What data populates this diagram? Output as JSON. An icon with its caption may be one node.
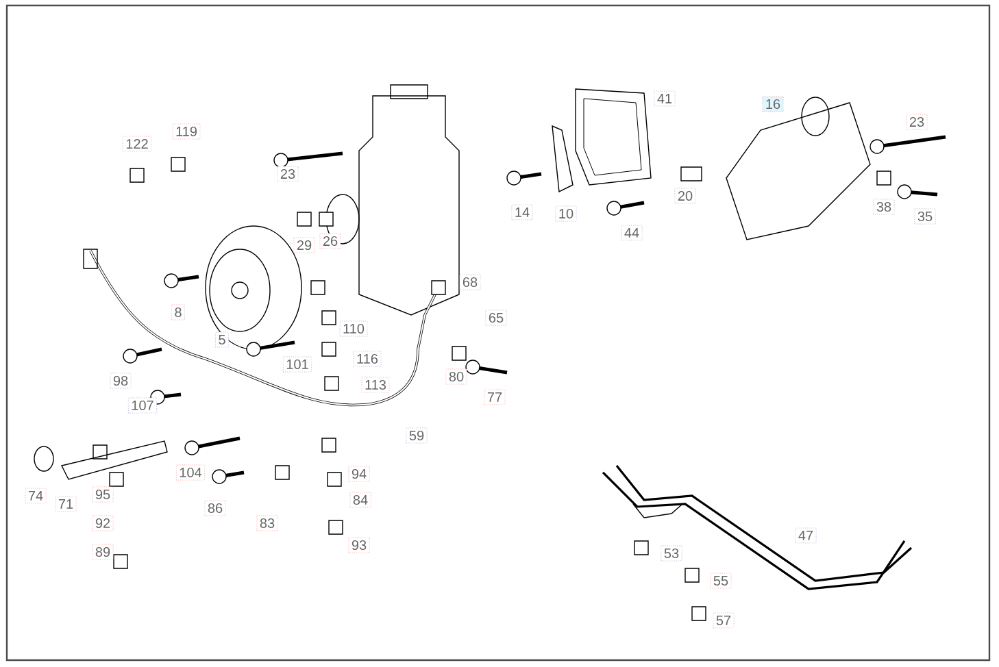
{
  "diagram": {
    "labels": [
      "122",
      "119",
      "23",
      "41",
      "16",
      "23",
      "14",
      "10",
      "20",
      "38",
      "35",
      "44",
      "29",
      "26",
      "68",
      "8",
      "65",
      "110",
      "5",
      "101",
      "116",
      "98",
      "113",
      "80",
      "77",
      "107",
      "59",
      "74",
      "71",
      "95",
      "104",
      "86",
      "94",
      "84",
      "83",
      "92",
      "89",
      "93",
      "47",
      "53",
      "55",
      "57"
    ]
  }
}
